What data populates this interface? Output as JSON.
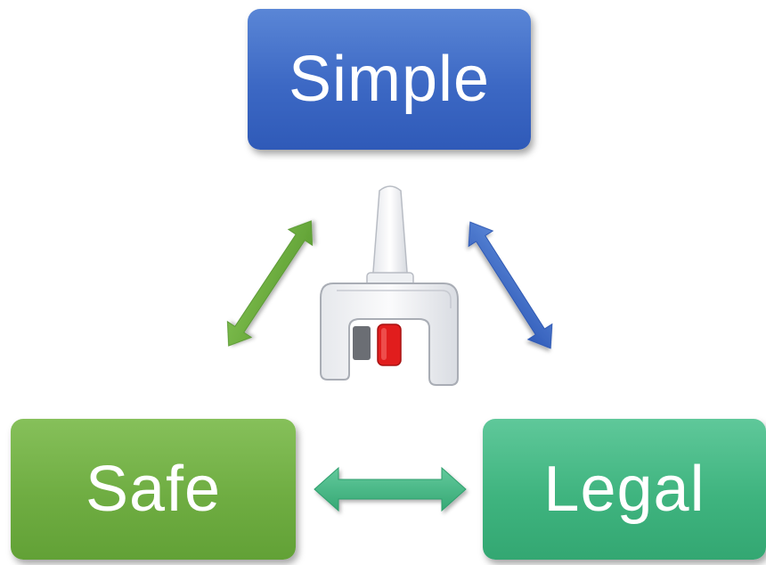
{
  "diagram": {
    "nodes": {
      "simple": {
        "label": "Simple",
        "color": "#3c68c4"
      },
      "safe": {
        "label": "Safe",
        "color": "#6fad42"
      },
      "legal": {
        "label": "Legal",
        "color": "#3fb47f"
      }
    },
    "connections": [
      {
        "from": "simple",
        "to": "safe",
        "type": "bidirectional",
        "color": "#6fad42"
      },
      {
        "from": "simple",
        "to": "legal",
        "type": "bidirectional",
        "color": "#3c68c4"
      },
      {
        "from": "safe",
        "to": "legal",
        "type": "bidirectional",
        "color": "#3fb47f"
      }
    ],
    "center_image": {
      "icon": "nasal-spray-device-icon",
      "colors": {
        "body": "#f2f3f5",
        "plunger": "#e11d1d"
      }
    }
  }
}
